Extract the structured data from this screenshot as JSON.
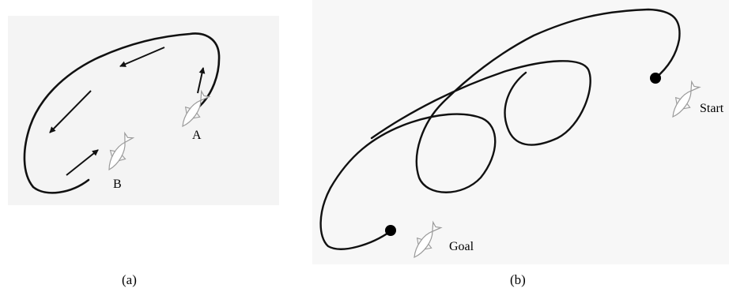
{
  "panels": {
    "a": {
      "caption": "(a)",
      "labels": {
        "fish_a": "A",
        "fish_b": "B"
      }
    },
    "b": {
      "caption": "(b)",
      "labels": {
        "start": "Start",
        "goal": "Goal"
      }
    }
  },
  "colors": {
    "path": "#111111",
    "fish_outline": "#9a9a9a",
    "panel_a_background": "#f4f4f4",
    "panel_b_background": "#f7f7f7"
  }
}
